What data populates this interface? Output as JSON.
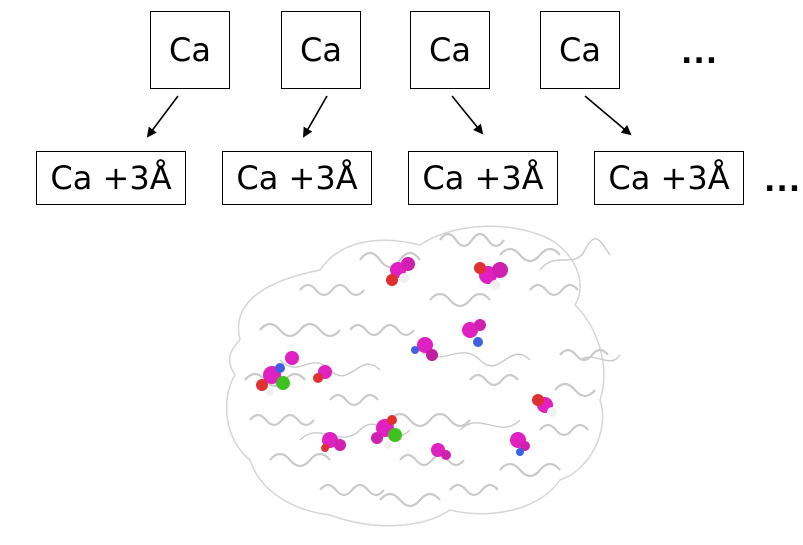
{
  "top_nodes": [
    {
      "label": "Ca"
    },
    {
      "label": "Ca"
    },
    {
      "label": "Ca"
    },
    {
      "label": "Ca"
    }
  ],
  "top_ellipsis": "...",
  "bottom_nodes": [
    {
      "label": "Ca +3Å"
    },
    {
      "label": "Ca +3Å"
    },
    {
      "label": "Ca +3Å"
    },
    {
      "label": "Ca +3Å"
    }
  ],
  "bottom_ellipsis": "...",
  "colors": {
    "protein": "#c8c8c8",
    "ligand_primary": "#e020c0",
    "oxygen": "#e03030",
    "carbon": "#40c020",
    "nitrogen": "#4060e0",
    "hydrogen": "#f0f0f0"
  }
}
